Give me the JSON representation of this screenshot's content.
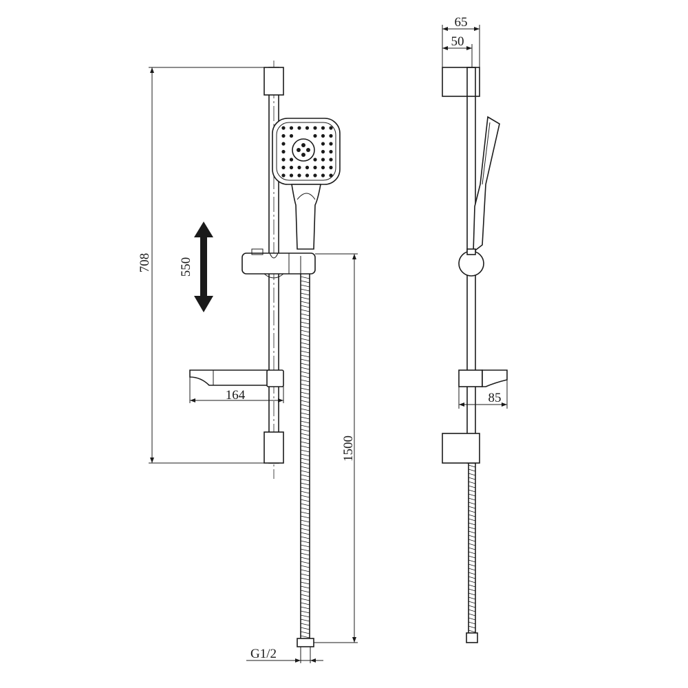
{
  "dimensions": {
    "rail_height": "708",
    "slide_travel": "550",
    "soap_dish_width": "164",
    "hose_length": "1500",
    "connector_thread": "G1/2",
    "bracket_depth_outer": "65",
    "bracket_depth_inner": "50",
    "soap_dish_depth": "85"
  },
  "colors": {
    "line": "#1a1a1a",
    "background": "#ffffff"
  }
}
